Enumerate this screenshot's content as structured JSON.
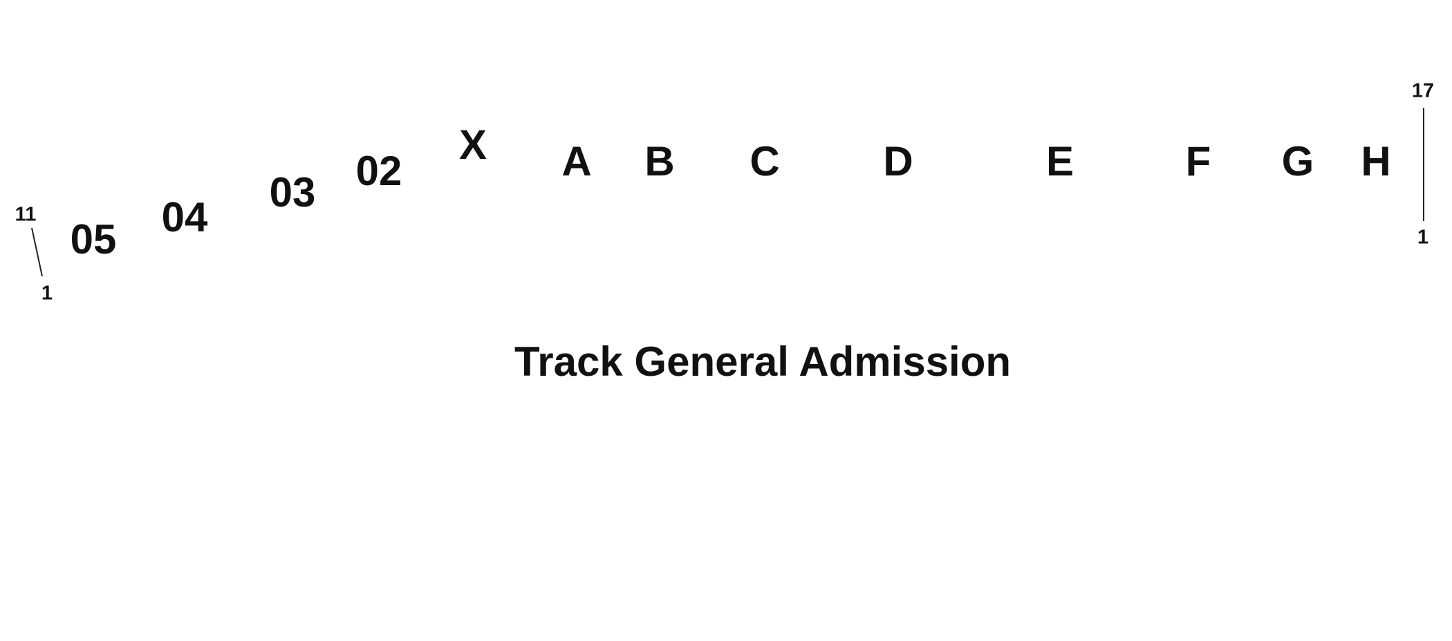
{
  "sections": {
    "s05": "05",
    "s04": "04",
    "s03": "03",
    "s02": "02",
    "sx": "X",
    "sa": "A",
    "sb": "B",
    "sc": "C",
    "sd": "D",
    "se": "E",
    "sf": "F",
    "sg": "G",
    "sh": "H"
  },
  "left_row_range": {
    "start": "11",
    "end": "1"
  },
  "right_row_range": {
    "start": "17",
    "end": "1"
  },
  "track_area": {
    "title": "Track General Admission"
  }
}
